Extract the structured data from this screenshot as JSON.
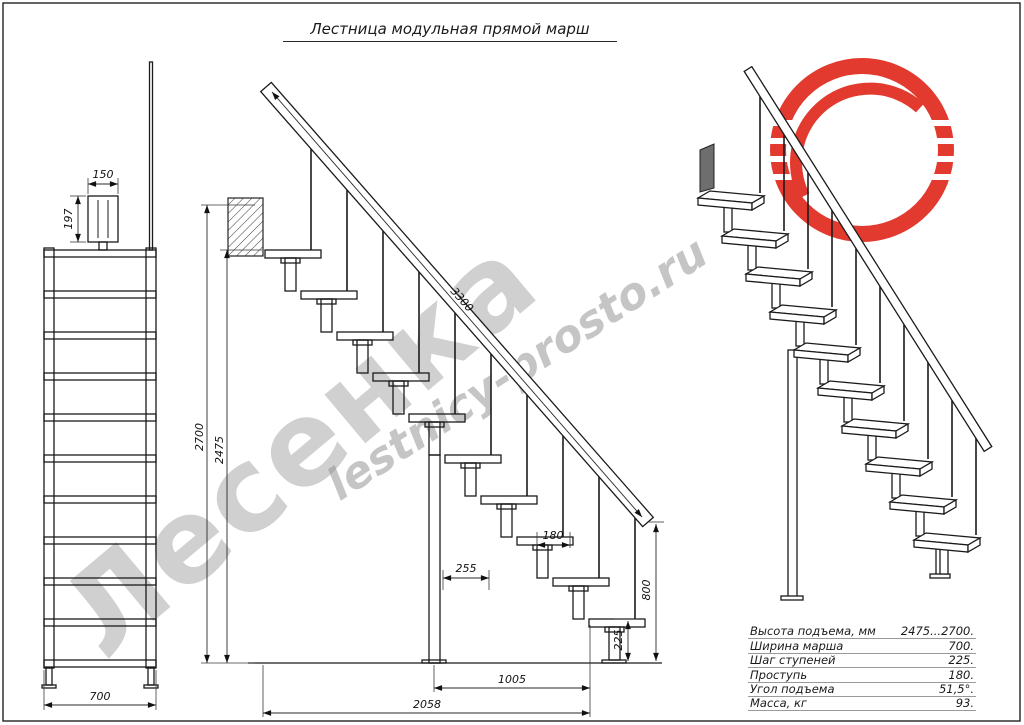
{
  "title": "Лестница модульная прямой марш",
  "watermarks": {
    "brand": "Лесенка",
    "site": "lestnicy-prosto.ru"
  },
  "colors": {
    "logo_red": "#e23a2e",
    "line_black": "#1b1b1b",
    "watermark_gray": "#969696"
  },
  "front_view": {
    "plate_width": "150",
    "plate_height": "197",
    "flight_width": "700"
  },
  "side_view": {
    "rail_length": "3300",
    "total_height": "2700",
    "flight_height": "2475",
    "tread_depth": "180",
    "module_length": "255",
    "rail_end_height": "800",
    "step_rise": "225",
    "support_span": "1005",
    "total_run": "2058"
  },
  "specs": {
    "rows": [
      {
        "label": "Высота подъема, мм",
        "value": "2475...2700."
      },
      {
        "label": "Ширина марша",
        "value": "700."
      },
      {
        "label": "Шаг ступеней",
        "value": "225."
      },
      {
        "label": "Проступь",
        "value": "180."
      },
      {
        "label": "Угол подъема",
        "value": "51,5°."
      },
      {
        "label": "Масса, кг",
        "value": "93."
      }
    ]
  }
}
